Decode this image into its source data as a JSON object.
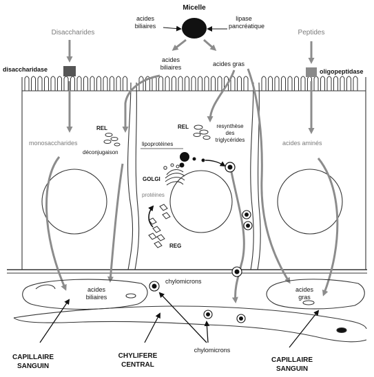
{
  "labels": {
    "micelle": "Micelle",
    "acides_biliaires_top": [
      "acides",
      "biliaires"
    ],
    "lipase": [
      "lipase",
      "pancréatique"
    ],
    "disaccharides": "Disaccharides",
    "peptides": "Peptides",
    "disaccharidase": "disaccharidase",
    "oligopeptidase": "oligopeptidase",
    "acides_biliaires_mid": [
      "acides",
      "biliaires"
    ],
    "acides_gras_mid": "acides gras",
    "rel_left": "REL",
    "deconjugaison": "déconjugaison",
    "rel_center": "REL",
    "resynthese": [
      "resynthèse",
      "des",
      "triglycérides"
    ],
    "lipoproteines": "lipoprotéines",
    "golgi": "GOLGI",
    "proteines": "protéines",
    "reg": "REG",
    "monosaccharides": "monosaccharides",
    "acides_amines": "acides aminés",
    "chylomicrons_top": "chylomicrons",
    "acides_biliaires_bottom": [
      "acides",
      "biliaires"
    ],
    "acides_gras_bottom": [
      "acides",
      "gras"
    ],
    "chylomicrons_bottom": "chylomicrons",
    "capillaire_left": [
      "CAPILLAIRE",
      "SANGUIN"
    ],
    "chylifere": [
      "CHYLIFERE",
      "CENTRAL"
    ],
    "capillaire_right": [
      "CAPILLAIRE",
      "SANGUIN"
    ]
  },
  "colors": {
    "outline": "#333333",
    "arrow_grey": "#8c8c8c",
    "enzyme_fill": "#555555",
    "oligo_fill": "#8a8a8a"
  }
}
